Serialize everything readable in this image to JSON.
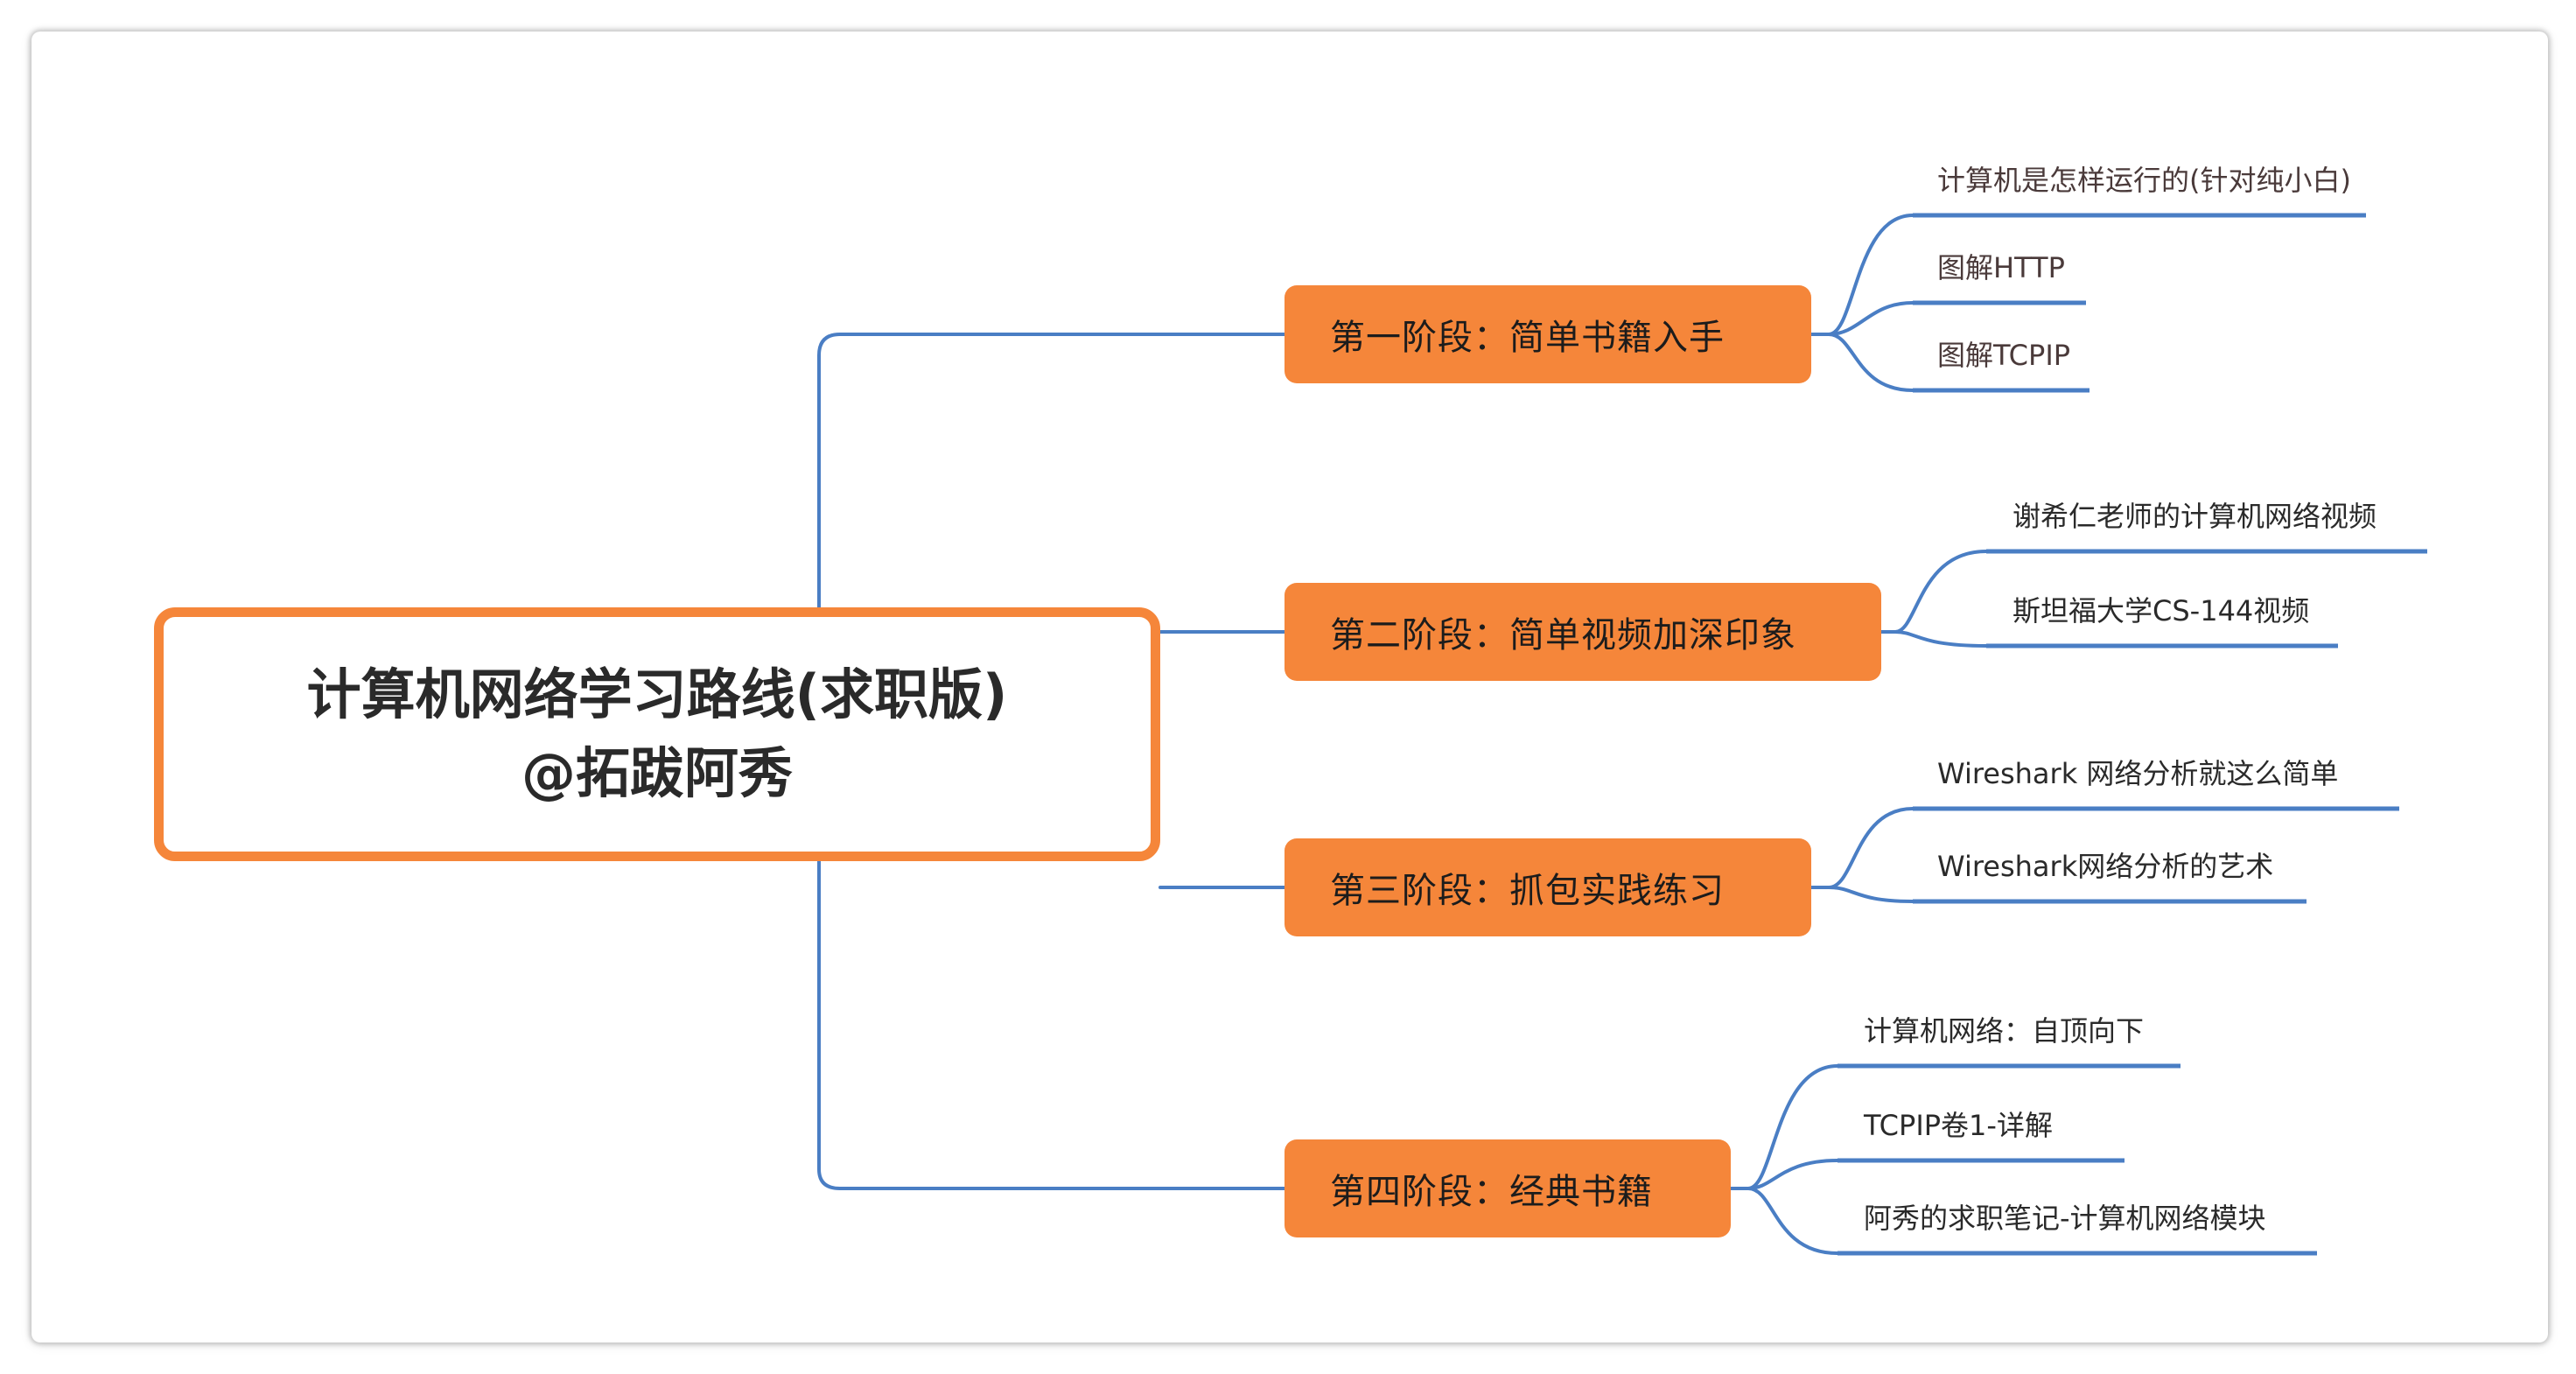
{
  "root": {
    "title_line1": "计算机网络学习路线(求职版)",
    "title_line2": "@拓跋阿秀"
  },
  "stages": [
    {
      "label": "第一阶段：简单书籍入手",
      "items": [
        "计算机是怎样运行的(针对纯小白)",
        "图解HTTP",
        "图解TCPIP"
      ]
    },
    {
      "label": "第二阶段：简单视频加深印象",
      "items": [
        "谢希仁老师的计算机网络视频",
        "斯坦福大学CS-144视频"
      ]
    },
    {
      "label": "第三阶段：抓包实践练习",
      "items": [
        "Wireshark 网络分析就这么简单",
        "Wireshark网络分析的艺术"
      ]
    },
    {
      "label": "第四阶段：经典书籍",
      "items": [
        "计算机网络：自顶向下",
        "TCPIP卷1-详解",
        "阿秀的求职笔记-计算机网络模块"
      ]
    }
  ],
  "colors": {
    "node_fill": "#f5863a",
    "connector": "#4a7ec4",
    "text": "#2a2a2a"
  }
}
